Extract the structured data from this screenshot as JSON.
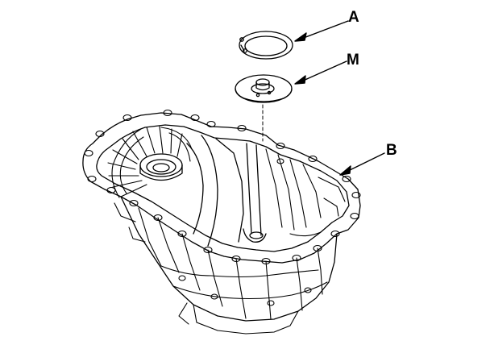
{
  "callouts": {
    "a": {
      "label": "A"
    },
    "m": {
      "label": "M"
    },
    "b": {
      "label": "B"
    }
  },
  "colors": {
    "line": "#000000",
    "background": "#ffffff"
  }
}
